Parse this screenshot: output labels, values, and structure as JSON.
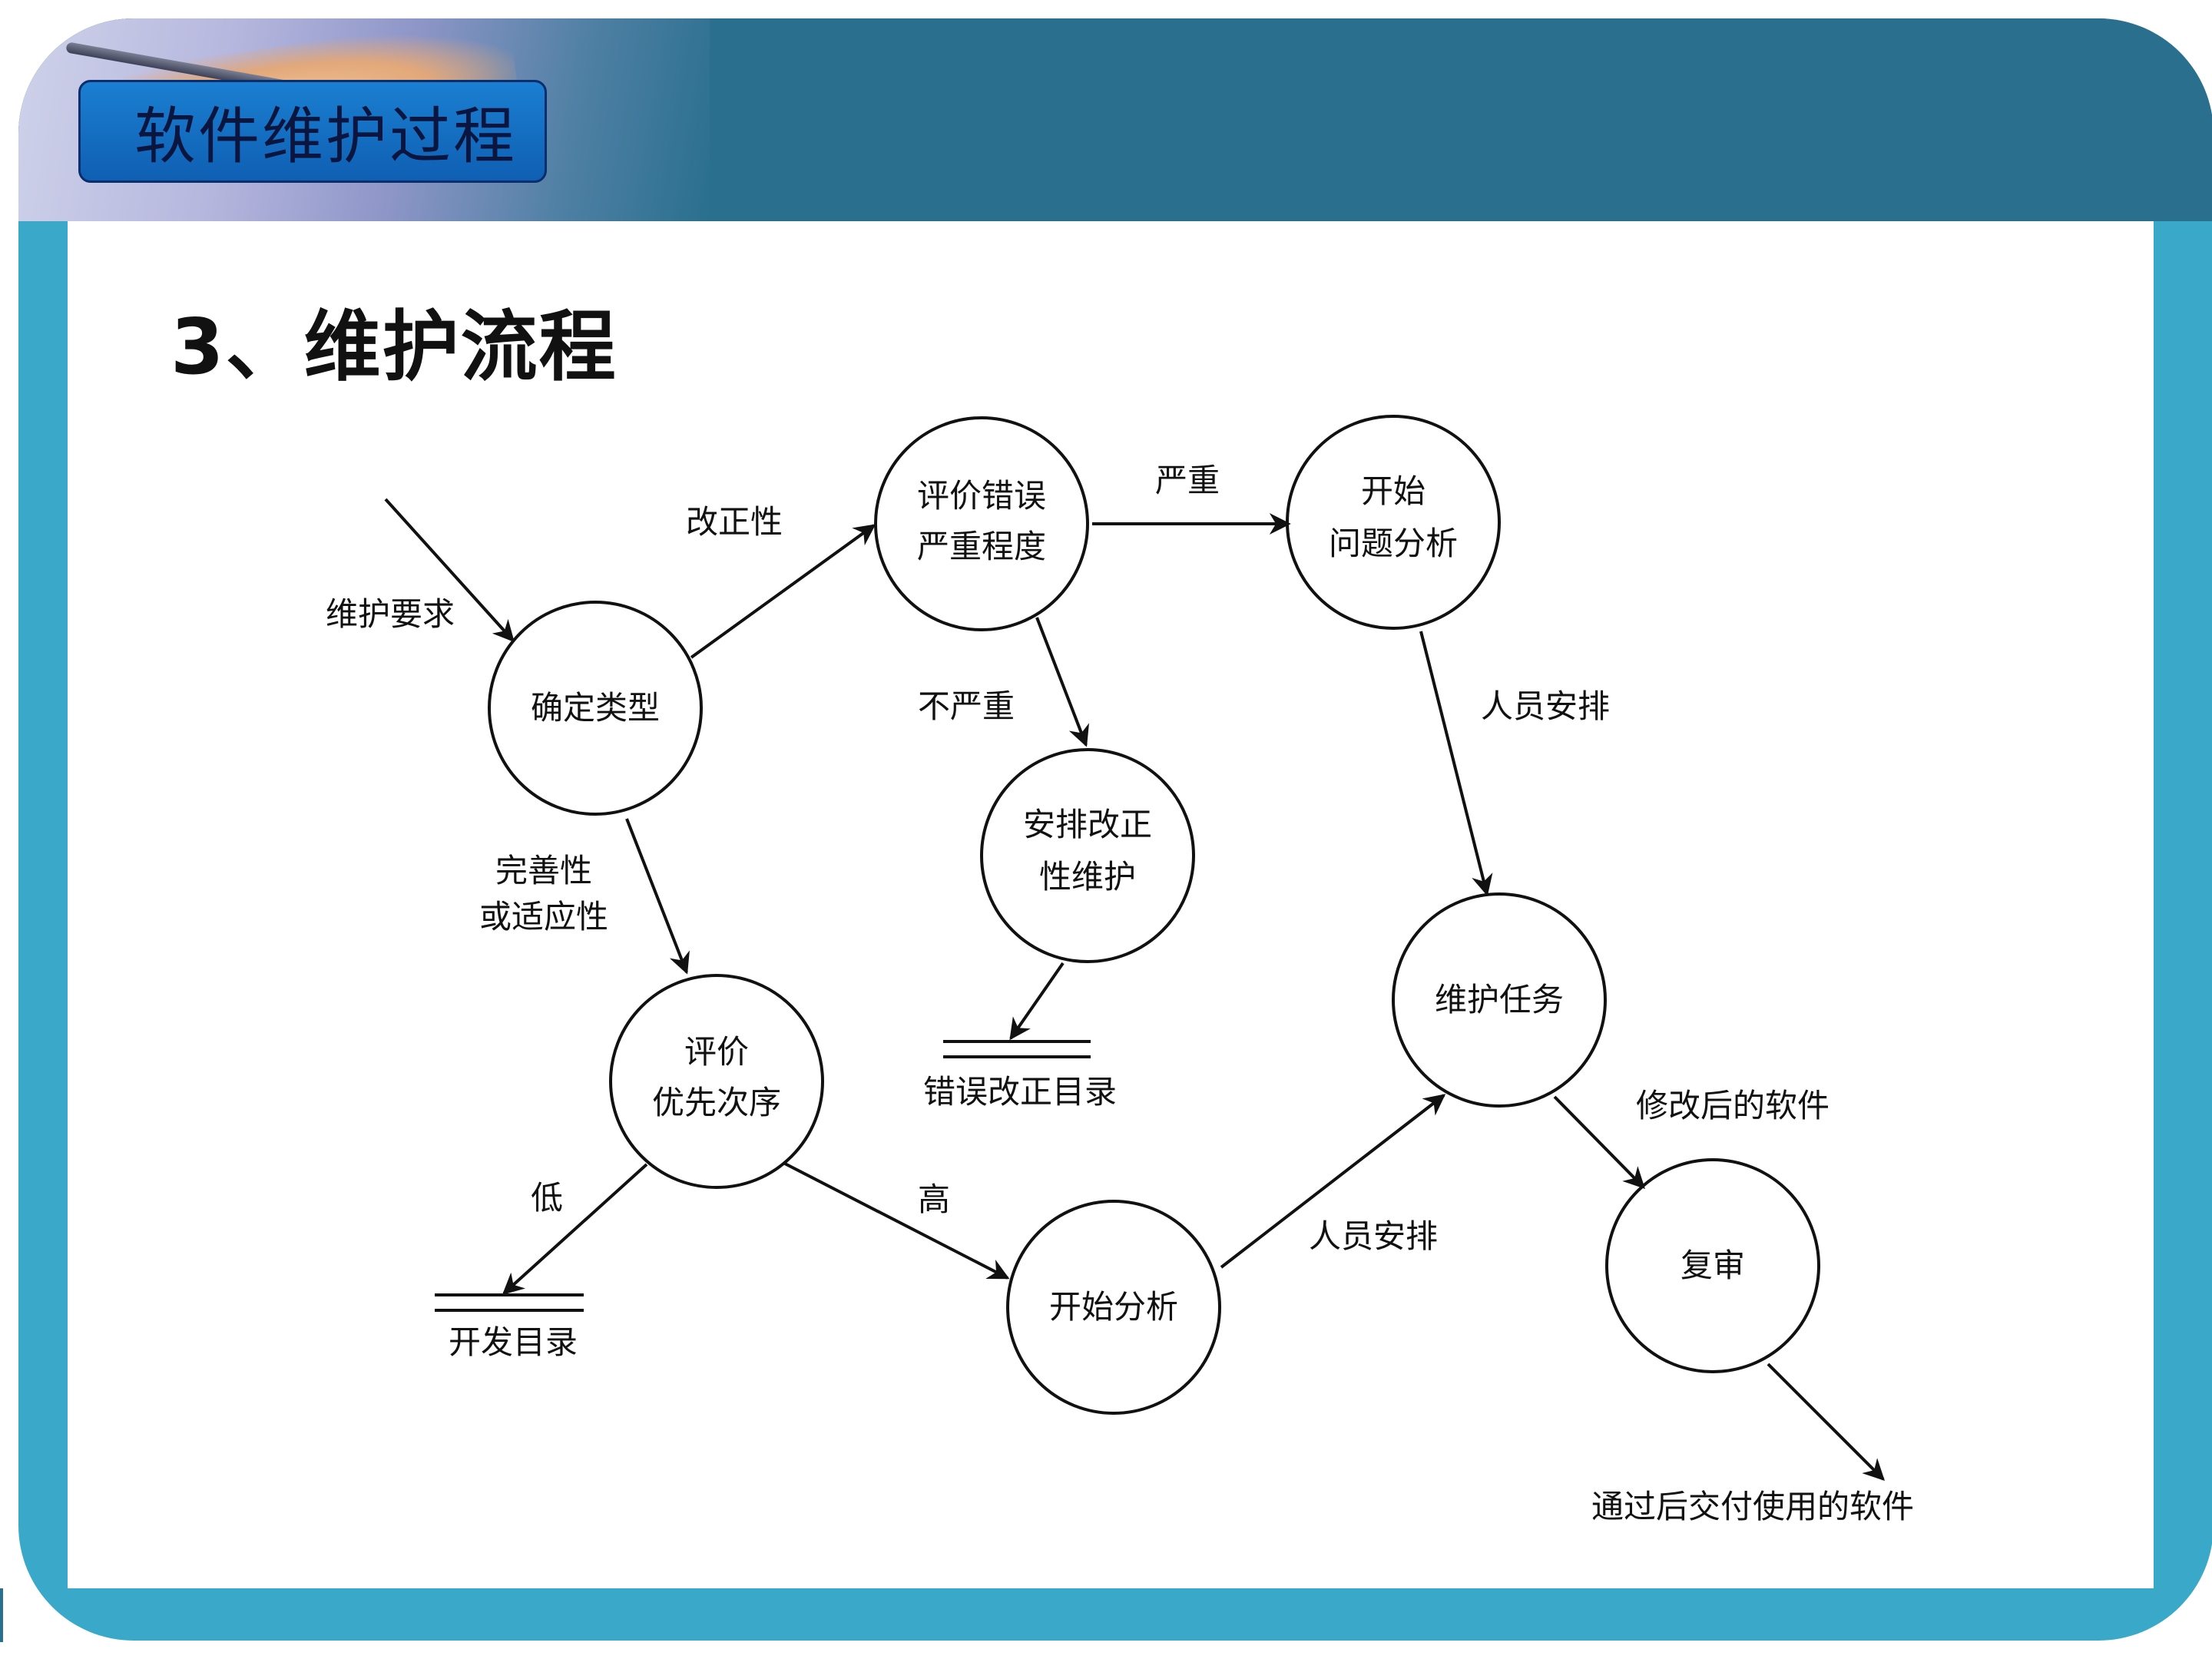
{
  "slide": {
    "title": "软件维护过程",
    "heading": "3、维护流程"
  },
  "diagram": {
    "nodes": {
      "determine_type": "确定类型",
      "eval_severity": [
        "评价错误",
        "严重程度"
      ],
      "start_problem_analysis": [
        "开始",
        "问题分析"
      ],
      "corrective_maintenance": [
        "安排改正",
        "性维护"
      ],
      "eval_priority": [
        "评价",
        "优先次序"
      ],
      "start_analysis": "开始分析",
      "maintenance_task": "维护任务",
      "review": "复审"
    },
    "stores": {
      "error_correction_dir": "错误改正目录",
      "development_dir": "开发目录"
    },
    "edge_labels": {
      "maintenance_request": "维护要求",
      "corrective": "改正性",
      "severe": "严重",
      "not_severe": "不严重",
      "perfective_adaptive": [
        "完善性",
        "或适应性"
      ],
      "staffing_1": "人员安排",
      "staffing_2": "人员安排",
      "low": "低",
      "high": "高",
      "modified_software": "修改后的软件",
      "delivered_software": "通过后交付使用的软件"
    }
  }
}
